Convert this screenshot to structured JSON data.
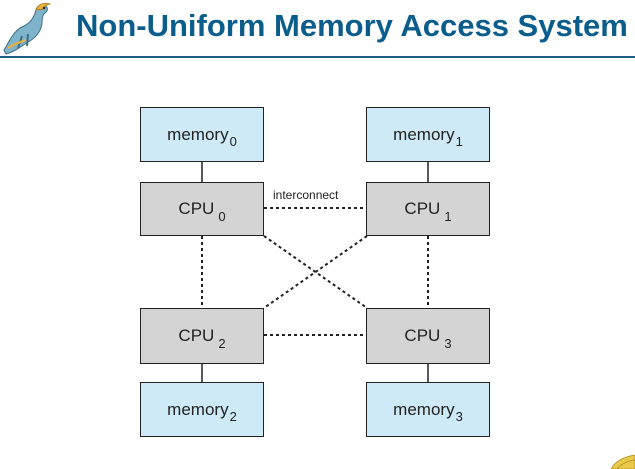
{
  "title": "Non-Uniform Memory Access System",
  "logo_icon": "dinosaur-logo-icon",
  "interconnect_label": "interconnect",
  "memories": [
    {
      "label": "memory",
      "index": "0"
    },
    {
      "label": "memory",
      "index": "1"
    },
    {
      "label": "memory",
      "index": "2"
    },
    {
      "label": "memory",
      "index": "3"
    }
  ],
  "cpus": [
    {
      "label": "CPU",
      "index": "0"
    },
    {
      "label": "CPU",
      "index": "1"
    },
    {
      "label": "CPU",
      "index": "2"
    },
    {
      "label": "CPU",
      "index": "3"
    }
  ],
  "colors": {
    "title": "#0b5d8c",
    "memory_fill": "#cdeaf6",
    "cpu_fill": "#d4d4d4",
    "line": "#222222"
  }
}
